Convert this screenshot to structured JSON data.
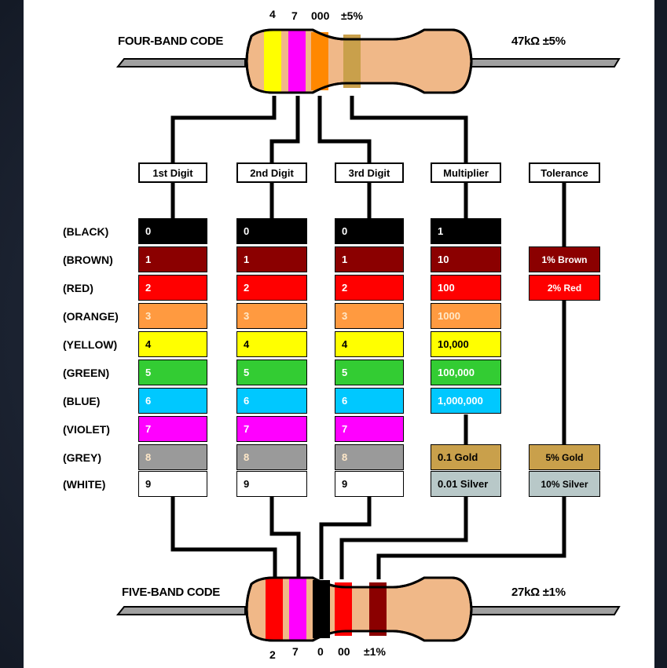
{
  "four_band": {
    "label": "FOUR-BAND CODE",
    "value": "47kΩ ±5%",
    "bands": [
      "4",
      "7",
      "000",
      "±5%"
    ],
    "band_colors": [
      "#ffff00",
      "#ff00ff",
      "#ff8800",
      "#c9a04b"
    ]
  },
  "five_band": {
    "label": "FIVE-BAND CODE",
    "value": "27kΩ ±1%",
    "bands": [
      "2",
      "7",
      "0",
      "00",
      "±1%"
    ],
    "band_colors": [
      "#ff0000",
      "#ff00ff",
      "#000000",
      "#ff0000",
      "#8b0000"
    ]
  },
  "headers": {
    "digit1": "1st Digit",
    "digit2": "2nd Digit",
    "digit3": "3rd Digit",
    "multiplier": "Multiplier",
    "tolerance": "Tolerance"
  },
  "colors": [
    {
      "name": "(BLACK)",
      "digit": "0",
      "multiplier": "1",
      "hex": "#000000"
    },
    {
      "name": "(BROWN)",
      "digit": "1",
      "multiplier": "10",
      "hex": "#8b0000"
    },
    {
      "name": "(RED)",
      "digit": "2",
      "multiplier": "100",
      "hex": "#ff0000"
    },
    {
      "name": "(ORANGE)",
      "digit": "3",
      "multiplier": "1000",
      "hex": "#ff9a40"
    },
    {
      "name": "(YELLOW)",
      "digit": "4",
      "multiplier": "10,000",
      "hex": "#ffff00"
    },
    {
      "name": "(GREEN)",
      "digit": "5",
      "multiplier": "100,000",
      "hex": "#33cc33"
    },
    {
      "name": "(BLUE)",
      "digit": "6",
      "multiplier": "1,000,000",
      "hex": "#00c8ff"
    },
    {
      "name": "(VIOLET)",
      "digit": "7",
      "multiplier": "",
      "hex": "#ff00ff"
    },
    {
      "name": "(GREY)",
      "digit": "8",
      "multiplier": "",
      "hex": "#9a9a9a"
    },
    {
      "name": "(WHITE)",
      "digit": "9",
      "multiplier": "",
      "hex": "#ffffff"
    }
  ],
  "multiplier_extra": [
    {
      "label": "0.1 Gold",
      "hex": "#c9a04b"
    },
    {
      "label": "0.01 Silver",
      "hex": "#b8c8c8"
    }
  ],
  "tolerance": {
    "brown": "1% Brown",
    "red": "2% Red",
    "gold": "5% Gold",
    "silver": "10% Silver",
    "brown_hex": "#8b0000",
    "red_hex": "#ff0000",
    "gold_hex": "#c9a04b",
    "silver_hex": "#b8c8c8"
  },
  "style": {
    "body_color": "#f0b888",
    "lead_color": "#a0a0a0",
    "background": "#141a26"
  }
}
